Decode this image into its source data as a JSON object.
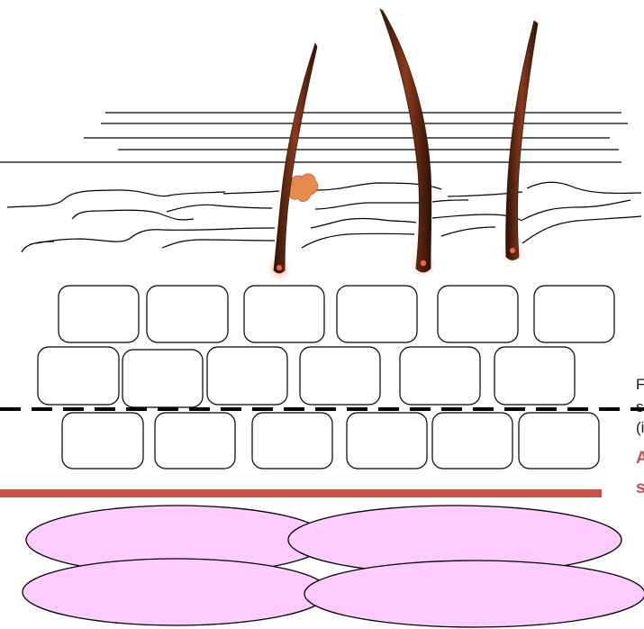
{
  "side_text": {
    "lines": [
      "F",
      "s",
      "(i"
    ],
    "emphasis_lines": [
      "A",
      "s"
    ]
  },
  "colors": {
    "hair_dark": "#3a1808",
    "hair_mid": "#8a3a1c",
    "hair_light": "#c0704a",
    "follicle_bulb": "#e86a4a",
    "sebaceous_gland": "#e68a4e",
    "basement_line": "#c9514a",
    "fat_cell_fill": "#ffccff",
    "emphasis_text": "#c9514a"
  }
}
